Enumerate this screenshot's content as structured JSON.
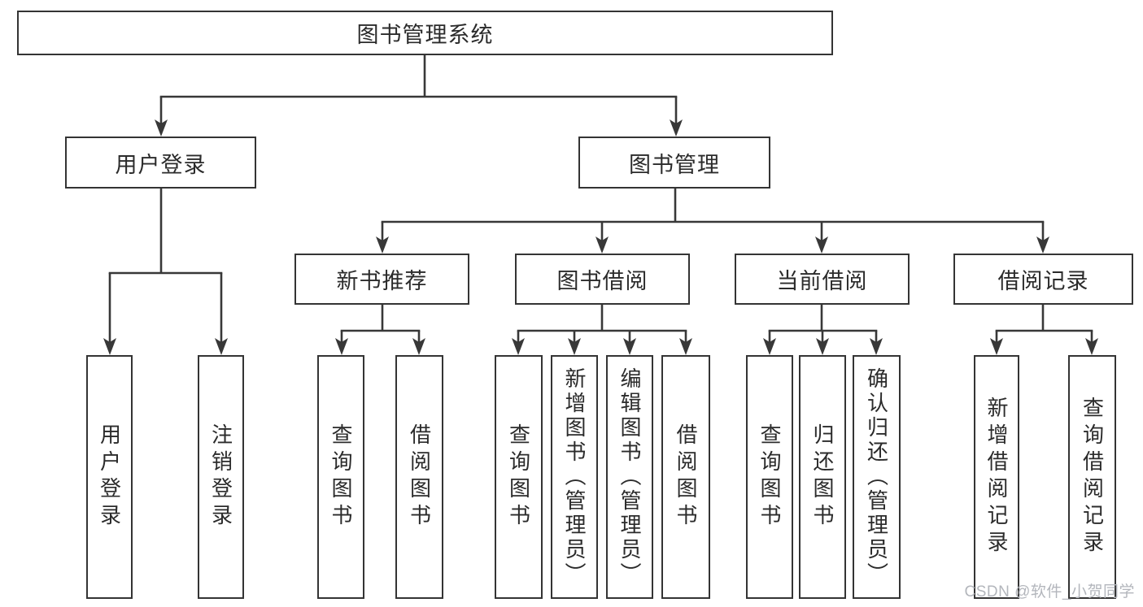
{
  "tree": {
    "root": {
      "label": "图书管理系统",
      "children": [
        {
          "label": "用户登录",
          "children": [
            {
              "label": "用户登录"
            },
            {
              "label": "注销登录"
            }
          ]
        },
        {
          "label": "图书管理",
          "children": [
            {
              "label": "新书推荐",
              "children": [
                {
                  "label": "查询图书"
                },
                {
                  "label": "借阅图书"
                }
              ]
            },
            {
              "label": "图书借阅",
              "children": [
                {
                  "label": "查询图书"
                },
                {
                  "label": "新增图书（管理员）"
                },
                {
                  "label": "编辑图书（管理员）"
                },
                {
                  "label": "借阅图书"
                }
              ]
            },
            {
              "label": "当前借阅",
              "children": [
                {
                  "label": "查询图书"
                },
                {
                  "label": "归还图书"
                },
                {
                  "label": "确认归还（管理员）"
                }
              ]
            },
            {
              "label": "借阅记录",
              "children": [
                {
                  "label": "新增借阅记录"
                },
                {
                  "label": "查询借阅记录"
                }
              ]
            }
          ]
        }
      ]
    }
  },
  "watermark": {
    "text": "CSDN @软件_小贺同学"
  },
  "colors": {
    "line": "#383838",
    "border": "#343434",
    "text": "#2b2b2b",
    "watermark": "#b3b6bc",
    "background": "#ffffff"
  }
}
